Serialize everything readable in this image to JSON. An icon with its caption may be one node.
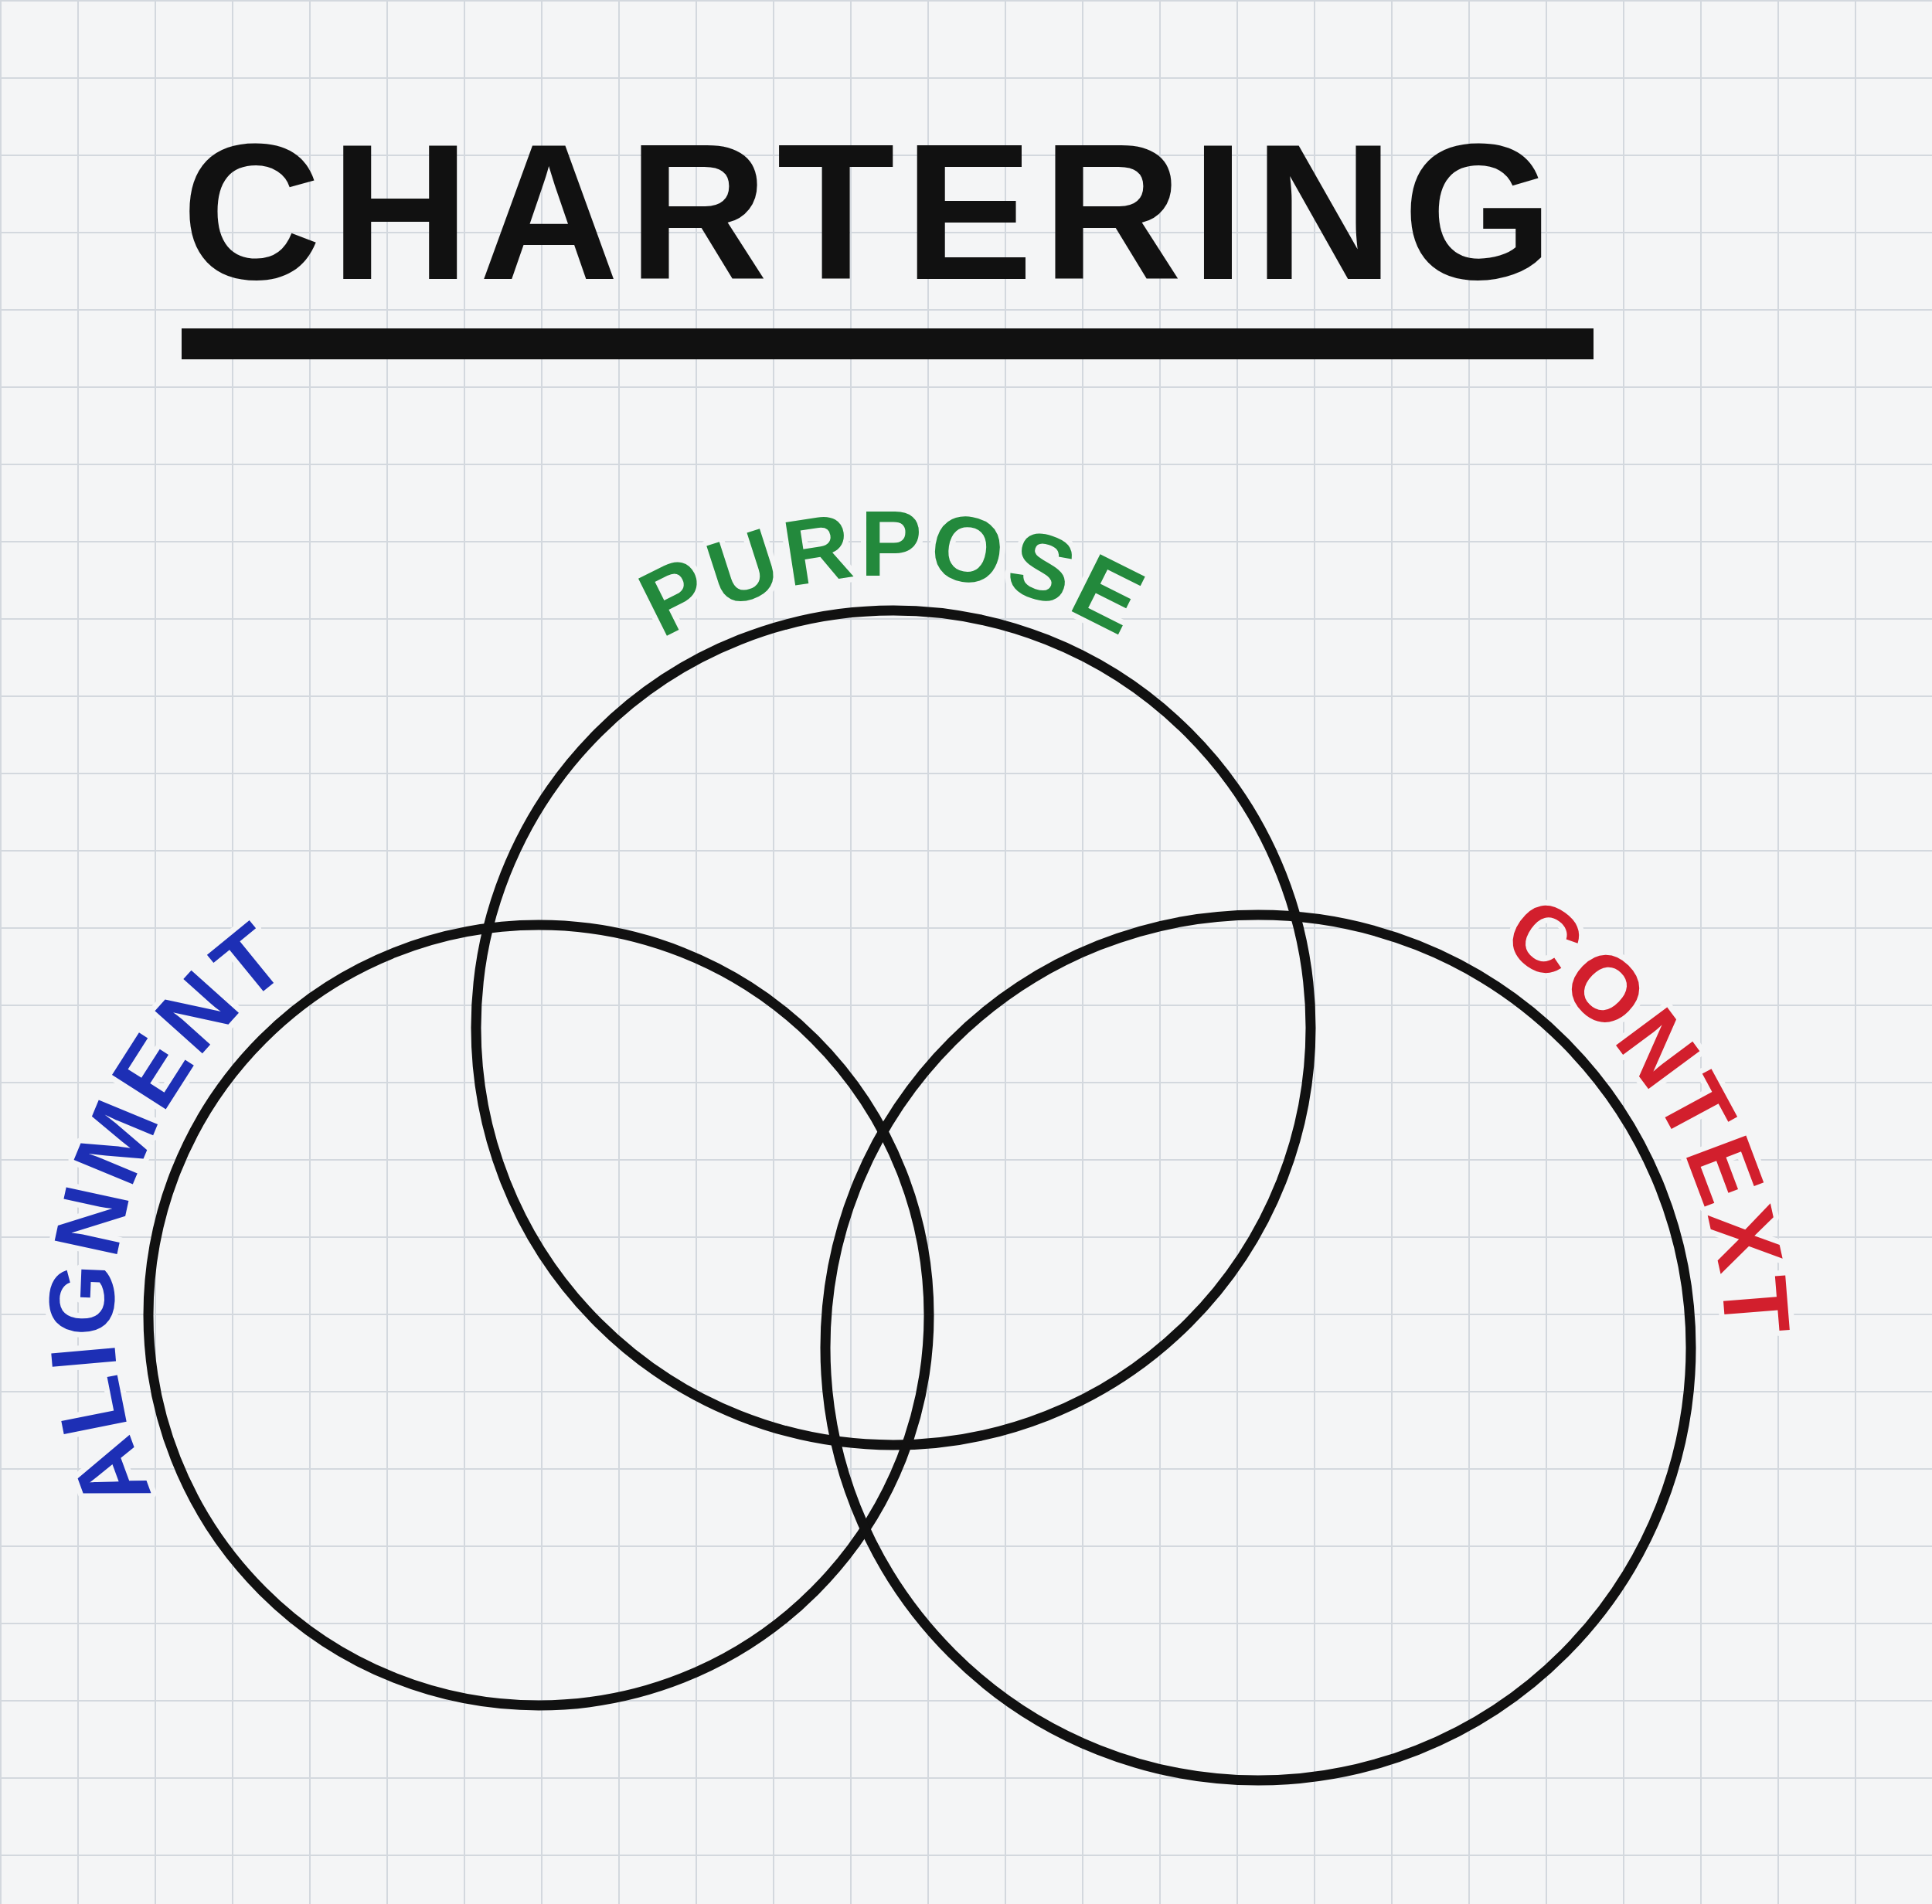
{
  "diagram": {
    "title": "CHARTERING",
    "nodes": [
      {
        "text": [
          "PURPOSE"
        ]
      },
      {
        "text": [
          "ALIGNMENT"
        ]
      },
      {
        "text": [
          "CONTEXT"
        ]
      }
    ]
  }
}
